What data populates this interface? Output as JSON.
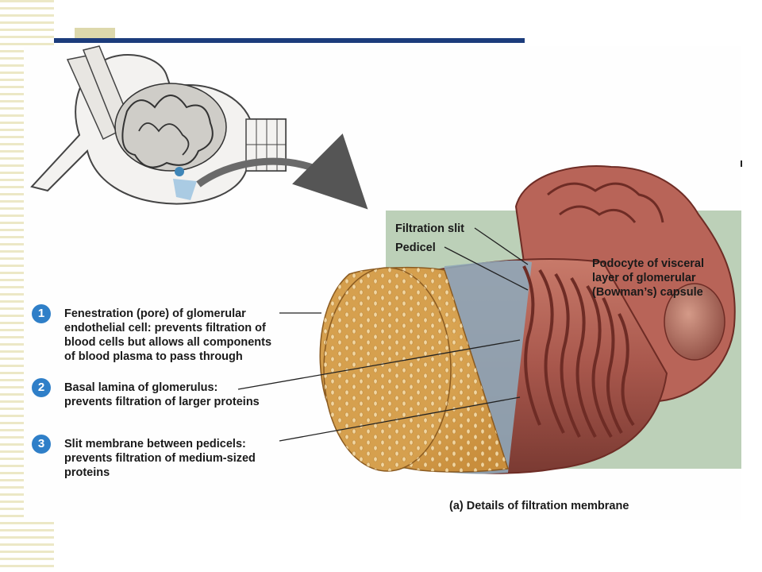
{
  "labels": {
    "filtration_slit": "Filtration slit",
    "pedicel": "Pedicel",
    "podocyte": [
      "Podocyte of visceral",
      "layer of glomerular",
      "(Bowman’s) capsule"
    ],
    "caption": "(a) Details of filtration membrane"
  },
  "numbered_items": [
    {
      "number": "1",
      "lines": [
        "Fenestration (pore) of glomerular",
        "endothelial cell: prevents filtration of",
        "blood cells but allows all components",
        "of blood plasma to pass through"
      ]
    },
    {
      "number": "2",
      "lines": [
        "Basal lamina of glomerulus:",
        "prevents filtration of larger proteins"
      ]
    },
    {
      "number": "3",
      "lines": [
        "Slit membrane between pedicels:",
        "prevents filtration of medium-sized",
        "proteins"
      ]
    }
  ],
  "colors": {
    "title_bar": "#1c3c7c",
    "stripe": "#ece8c6",
    "number_badge": "#2f7fc8",
    "endothelium": "#d8a24c",
    "podocyte": "#b86458",
    "basal_lamina": "#8fa7b8",
    "background_panel": "#bcd0b8"
  }
}
